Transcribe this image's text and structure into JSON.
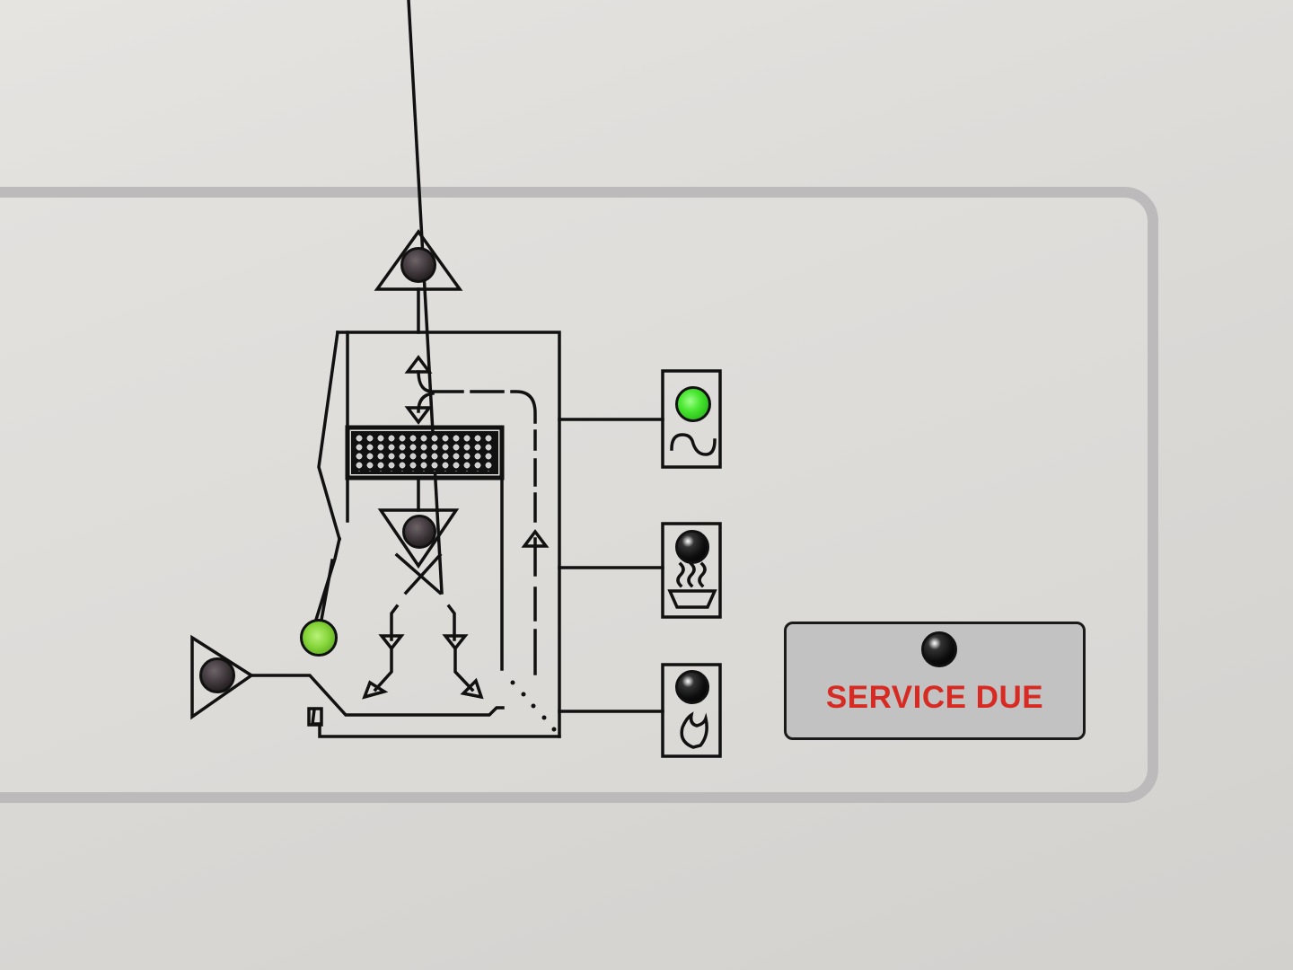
{
  "scene": {
    "description": "Boiler control panel indicator label",
    "background_color": "#dddbd8",
    "panel_border_color": "#bcbabb"
  },
  "indicators": {
    "top_triangle_lamp": {
      "state": "off",
      "color": "#3a3336"
    },
    "middle_triangle_lamp": {
      "state": "off",
      "color": "#3a3336"
    },
    "left_triangle_lamp": {
      "state": "off",
      "color": "#3a3336"
    },
    "lever_lamp": {
      "state": "on",
      "color": "#86d63a"
    },
    "power_lamp": {
      "state": "on",
      "color": "#47e62e",
      "icon": "sine-wave-icon"
    },
    "heating_lamp": {
      "state": "off",
      "color": "#0d0d0d",
      "icon": "heat-bowl-icon"
    },
    "flame_lamp": {
      "state": "off",
      "color": "#0d0d0d",
      "icon": "flame-icon"
    }
  },
  "service": {
    "label": "SERVICE DUE",
    "lamp_state": "off",
    "label_color": "#d72a22",
    "box_color": "#c2c2c2"
  }
}
